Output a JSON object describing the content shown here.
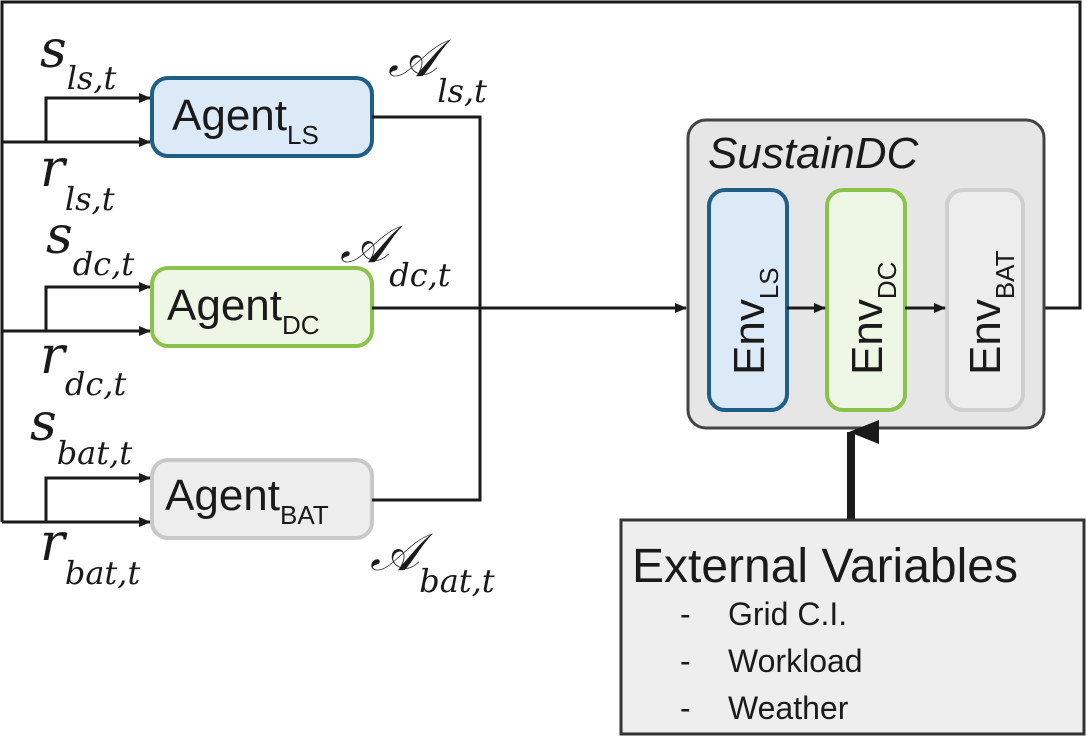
{
  "agents": [
    {
      "name": "Agent",
      "sub": "LS",
      "fill": "#dbeaf6",
      "stroke": "#1f5f86",
      "state_base": "s",
      "state_sub": "ls,t",
      "reward_base": "r",
      "reward_sub": "ls,t",
      "action_base": "𝒜",
      "action_sub": "ls,t"
    },
    {
      "name": "Agent",
      "sub": "DC",
      "fill": "#eef6e6",
      "stroke": "#8bc34a",
      "state_base": "s",
      "state_sub": "dc,t",
      "reward_base": "r",
      "reward_sub": "dc,t",
      "action_base": "𝒜",
      "action_sub": "dc,t"
    },
    {
      "name": "Agent",
      "sub": "BAT",
      "fill": "#ededed",
      "stroke": "#c8c8c8",
      "state_base": "s",
      "state_sub": "bat,t",
      "reward_base": "r",
      "reward_sub": "bat,t",
      "action_base": "𝒜",
      "action_sub": "bat,t"
    }
  ],
  "sustaindc": {
    "title": "SustainDC",
    "fill": "#e6e6e6",
    "stroke": "#444444",
    "envs": [
      {
        "name": "Env",
        "sub": "LS",
        "fill": "#dbeaf6",
        "stroke": "#1f5f86"
      },
      {
        "name": "Env",
        "sub": "DC",
        "fill": "#eef6e6",
        "stroke": "#8bc34a"
      },
      {
        "name": "Env",
        "sub": "BAT",
        "fill": "#ededed",
        "stroke": "#cfcfcf"
      }
    ]
  },
  "external": {
    "title": "External Variables",
    "fill": "#eeeeee",
    "items": [
      "Grid C.I.",
      "Workload",
      "Weather"
    ],
    "bullet": "-"
  }
}
